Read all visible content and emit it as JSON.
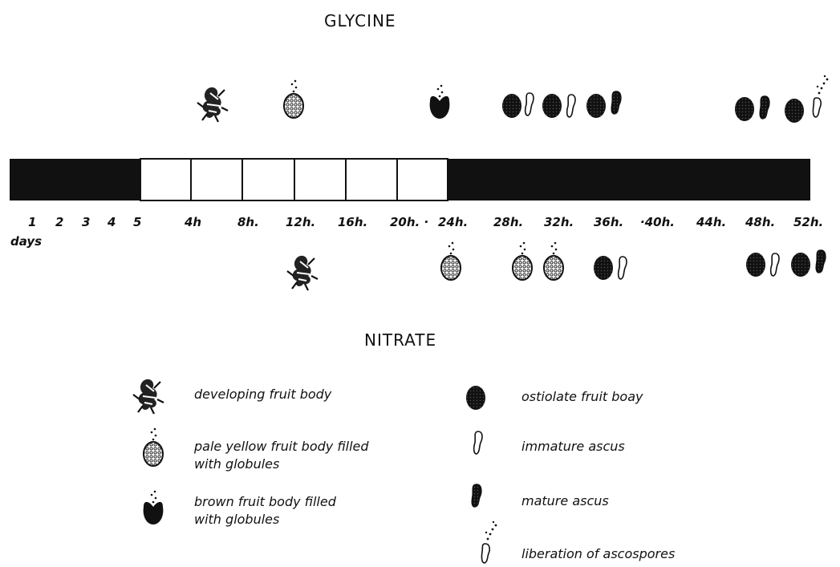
{
  "titles": {
    "top": "GLYCINE",
    "bottom": "NITRATE"
  },
  "timeline": {
    "day_ticks": [
      "1",
      "2",
      "3",
      "4",
      "5"
    ],
    "days_label": "days",
    "hour_ticks": [
      "4h",
      "8h.",
      "12h.",
      "16h.",
      "20h. ·",
      "24h.",
      "28h.",
      "32h.",
      "36h.",
      "·40h.",
      "44h.",
      "48h.",
      "52h."
    ],
    "light_period": "5 days + 0h to 24h (white segments)",
    "dark_periods": "days 1-5 and 24h to 52h (black segments)"
  },
  "glycine_sequence": [
    "developing fruit body",
    "pale yellow fruit body filled with globules",
    "brown fruit body filled with globules",
    "ostiolate fruit body + immature ascus",
    "ostiolate fruit body + immature ascus",
    "ostiolate fruit body + mature ascus",
    "ostiolate fruit body + mature ascus",
    "ostiolate fruit body + liberation of ascospores"
  ],
  "nitrate_sequence": [
    "developing fruit body",
    "pale yellow fruit body filled with globules",
    "pale yellow fruit body filled with globules",
    "pale yellow fruit body filled with globules",
    "ostiolate fruit body + immature ascus",
    "ostiolate fruit body + immature ascus",
    "ostiolate fruit body + mature ascus"
  ],
  "legend": {
    "left": [
      {
        "icon": "developing-fruit-body-icon",
        "text": "developing fruit body"
      },
      {
        "icon": "pale-yellow-fruit-body-icon",
        "text": "pale yellow fruit body filled\nwith globules"
      },
      {
        "icon": "brown-fruit-body-icon",
        "text": "brown fruit body filled\nwith globules"
      }
    ],
    "right": [
      {
        "icon": "ostiolate-fruit-body-icon",
        "text": "ostiolate fruit boay"
      },
      {
        "icon": "immature-ascus-icon",
        "text": "immature ascus"
      },
      {
        "icon": "mature-ascus-icon",
        "text": "mature ascus"
      },
      {
        "icon": "liberation-of-ascospores-icon",
        "text": "liberation of ascospores"
      }
    ]
  }
}
